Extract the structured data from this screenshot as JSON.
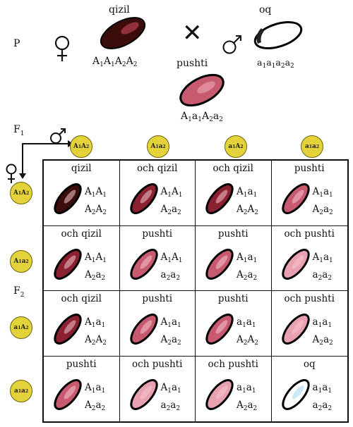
{
  "parents": {
    "label": "P",
    "female": {
      "phenotype": "qizil",
      "genotype": [
        "A",
        "1",
        "A",
        "1",
        "A",
        "2",
        "A",
        "2"
      ],
      "color": "#3a0d0a"
    },
    "male": {
      "phenotype": "oq",
      "genotype": [
        "a",
        "1",
        "a",
        "1",
        "a",
        "2",
        "a",
        "2"
      ],
      "color": "#ffffff"
    },
    "cross_symbol": "✕"
  },
  "f1": {
    "label": "F",
    "label_sub": "1",
    "phenotype": "pushti",
    "genotype": [
      "A",
      "1",
      "a",
      "1",
      "A",
      "2",
      "a",
      "2"
    ]
  },
  "f2": {
    "label": "F",
    "label_sub": "2"
  },
  "gametes": {
    "male": [
      [
        "A",
        "1",
        "A",
        "2"
      ],
      [
        "A",
        "1",
        "a",
        "2"
      ],
      [
        "a",
        "1",
        "A",
        "2"
      ],
      [
        "a",
        "1",
        "a",
        "2"
      ]
    ],
    "female": [
      [
        "A",
        "1",
        "A",
        "2"
      ],
      [
        "A",
        "1",
        "a",
        "2"
      ],
      [
        "a",
        "1",
        "A",
        "2"
      ],
      [
        "a",
        "1",
        "a",
        "2"
      ]
    ]
  },
  "punnett": [
    [
      {
        "phenotype": "qizil",
        "g1": [
          "A",
          "1",
          "A",
          "1"
        ],
        "g2": [
          "A",
          "2",
          "A",
          "2"
        ],
        "shade": 4
      },
      {
        "phenotype": "och qizil",
        "g1": [
          "A",
          "1",
          "A",
          "1"
        ],
        "g2": [
          "A",
          "2",
          "a",
          "2"
        ],
        "shade": 3
      },
      {
        "phenotype": "och qizil",
        "g1": [
          "A",
          "1",
          "a",
          "1"
        ],
        "g2": [
          "A",
          "2",
          "A",
          "2"
        ],
        "shade": 3
      },
      {
        "phenotype": "pushti",
        "g1": [
          "A",
          "1",
          "a",
          "1"
        ],
        "g2": [
          "A",
          "2",
          "a",
          "2"
        ],
        "shade": 2
      }
    ],
    [
      {
        "phenotype": "och qizil",
        "g1": [
          "A",
          "1",
          "A",
          "1"
        ],
        "g2": [
          "A",
          "2",
          "a",
          "2"
        ],
        "shade": 3
      },
      {
        "phenotype": "pushti",
        "g1": [
          "A",
          "1",
          "A",
          "1"
        ],
        "g2": [
          "a",
          "2",
          "a",
          "2"
        ],
        "shade": 2
      },
      {
        "phenotype": "pushti",
        "g1": [
          "A",
          "1",
          "a",
          "1"
        ],
        "g2": [
          "A",
          "2",
          "a",
          "2"
        ],
        "shade": 2
      },
      {
        "phenotype": "och pushti",
        "g1": [
          "A",
          "1",
          "a",
          "1"
        ],
        "g2": [
          "a",
          "2",
          "a",
          "2"
        ],
        "shade": 1
      }
    ],
    [
      {
        "phenotype": "och qizil",
        "g1": [
          "A",
          "1",
          "a",
          "1"
        ],
        "g2": [
          "A",
          "2",
          "A",
          "2"
        ],
        "shade": 3
      },
      {
        "phenotype": "pushti",
        "g1": [
          "A",
          "1",
          "a",
          "1"
        ],
        "g2": [
          "A",
          "2",
          "a",
          "2"
        ],
        "shade": 2
      },
      {
        "phenotype": "pushti",
        "g1": [
          "a",
          "1",
          "a",
          "1"
        ],
        "g2": [
          "A",
          "2",
          "A",
          "2"
        ],
        "shade": 2
      },
      {
        "phenotype": "och pushti",
        "g1": [
          "a",
          "1",
          "a",
          "1"
        ],
        "g2": [
          "A",
          "2",
          "a",
          "2"
        ],
        "shade": 1
      }
    ],
    [
      {
        "phenotype": "pushti",
        "g1": [
          "A",
          "1",
          "a",
          "1"
        ],
        "g2": [
          "A",
          "2",
          "a",
          "2"
        ],
        "shade": 2
      },
      {
        "phenotype": "och pushti",
        "g1": [
          "A",
          "1",
          "a",
          "1"
        ],
        "g2": [
          "a",
          "2",
          "a",
          "2"
        ],
        "shade": 1
      },
      {
        "phenotype": "och pushti",
        "g1": [
          "a",
          "1",
          "a",
          "1"
        ],
        "g2": [
          "A",
          "2",
          "a",
          "2"
        ],
        "shade": 1
      },
      {
        "phenotype": "oq",
        "g1": [
          "a",
          "1",
          "a",
          "1"
        ],
        "g2": [
          "a",
          "2",
          "a",
          "2"
        ],
        "shade": 0
      }
    ]
  ],
  "colors": {
    "shade_0": "#ffffff",
    "shade_1": "#e9a0b0",
    "shade_2": "#c85a70",
    "shade_3": "#8a2030",
    "shade_4": "#3a0d0a",
    "gamete": "#e3d23a"
  }
}
